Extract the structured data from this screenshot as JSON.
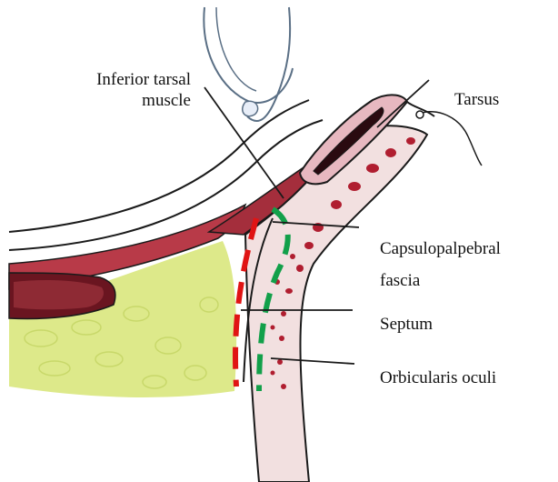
{
  "labels": {
    "inferior_tarsal_muscle": {
      "line1": "Inferior tarsal",
      "line2": "muscle"
    },
    "tarsus": "Tarsus",
    "capsulopalpebral_fascia": {
      "line1": "Capsulopalpebral",
      "line2": "fascia"
    },
    "septum": "Septum",
    "orbicularis_oculi": "Orbicularis oculi"
  },
  "markers": {
    "red_dashed_line": {
      "color": "#e01414"
    },
    "green_dashed_line": {
      "color": "#12a04a"
    }
  },
  "colors": {
    "muscle": "#b83a48",
    "muscle_dark": "#7e1e28",
    "fat": "#dde98a",
    "outline": "#1a1a1a",
    "pale_tissue": "#f2e0e0"
  }
}
